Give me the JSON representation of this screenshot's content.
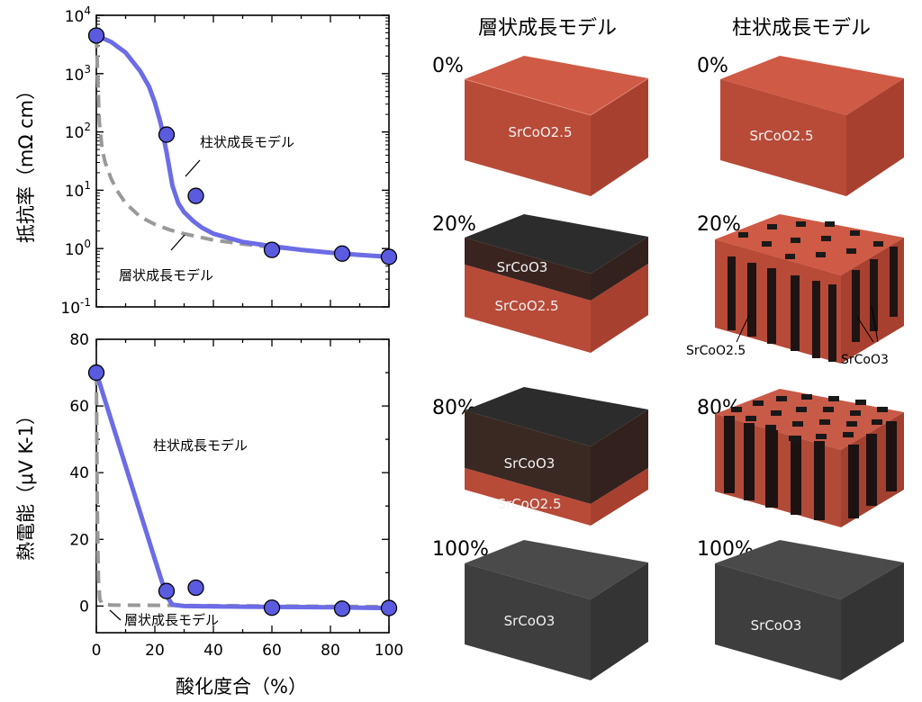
{
  "colors": {
    "columnar": "#6c6ce6",
    "layered": "#999999",
    "marker_fill": "#5b5be0",
    "srcoo25": "#c8523f",
    "srcoo3": "#3c3c3c"
  },
  "columns": {
    "layered_title": "層状成長モデル",
    "columnar_title": "柱状成長モデル"
  },
  "percent_labels": [
    "0%",
    "20%",
    "80%",
    "100%"
  ],
  "cube_labels": {
    "srcoo25": "SrCoO2.5",
    "srcoo3": "SrCoO3"
  },
  "chart_data": [
    {
      "type": "line",
      "ylabel": "抵抗率（mΩ cm）",
      "xlabel": "",
      "yscale": "log",
      "xlim": [
        0,
        100
      ],
      "ylim": [
        0.1,
        10000
      ],
      "yticks": [
        "10^4",
        "10^3",
        "10^2",
        "10^1",
        "10^0",
        "10^-1"
      ],
      "measured_points": {
        "x": [
          0,
          24,
          34,
          60,
          84,
          100
        ],
        "y": [
          4500,
          90,
          8,
          0.95,
          0.82,
          0.72
        ]
      },
      "series": [
        {
          "name": "柱状成長モデル",
          "x": [
            0,
            5,
            10,
            15,
            18,
            20,
            22,
            24,
            26,
            28,
            30,
            33,
            36,
            40,
            50,
            60,
            70,
            80,
            90,
            100
          ],
          "y": [
            4500,
            3500,
            2300,
            1100,
            600,
            320,
            140,
            45,
            12,
            6,
            4.2,
            3.0,
            2.3,
            1.8,
            1.3,
            1.1,
            0.95,
            0.85,
            0.78,
            0.72
          ]
        },
        {
          "name": "層状成長モデル",
          "x": [
            0,
            0.5,
            1,
            2,
            3,
            5,
            7,
            10,
            15,
            20,
            25,
            30,
            40,
            50,
            60,
            70,
            80,
            90,
            100
          ],
          "y": [
            4500,
            800,
            150,
            50,
            30,
            16,
            10,
            6,
            3.5,
            2.6,
            2.1,
            1.8,
            1.4,
            1.2,
            1.05,
            0.95,
            0.86,
            0.79,
            0.73
          ]
        }
      ]
    },
    {
      "type": "line",
      "ylabel": "熱電能（μV K-1）",
      "xlabel": "酸化度合（%）",
      "xlim": [
        0,
        100
      ],
      "ylim": [
        -8,
        80
      ],
      "xticks": [
        0,
        20,
        40,
        60,
        80,
        100
      ],
      "yticks": [
        0,
        20,
        40,
        60,
        80
      ],
      "measured_points": {
        "x": [
          0,
          24,
          34,
          60,
          84,
          100
        ],
        "y": [
          70,
          4.5,
          5.5,
          -0.5,
          -0.8,
          -0.6
        ]
      },
      "series": [
        {
          "name": "柱状成長モデル",
          "x": [
            0,
            10,
            20,
            24,
            26,
            30,
            50,
            80,
            100
          ],
          "y": [
            70,
            42,
            14,
            3,
            0.4,
            0,
            -0.2,
            -0.4,
            -0.6
          ]
        },
        {
          "name": "層状成長モデル",
          "x": [
            0,
            0.3,
            0.7,
            1.2,
            2,
            5,
            100
          ],
          "y": [
            70,
            30,
            8,
            2,
            0.7,
            0.3,
            -0.2
          ]
        }
      ]
    }
  ]
}
